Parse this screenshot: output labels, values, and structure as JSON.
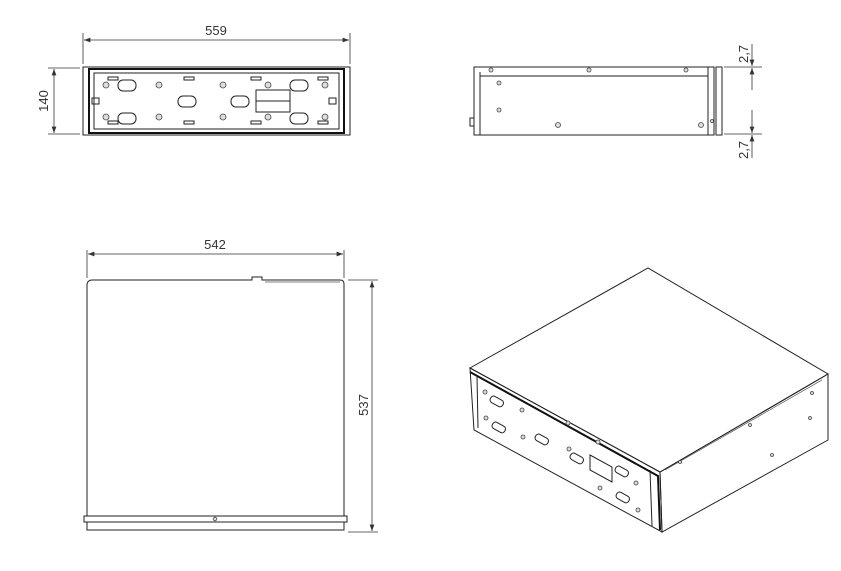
{
  "title": "Rack enclosure dimension drawing",
  "views": {
    "front": {
      "width_label": "559",
      "height_label": "140"
    },
    "side": {
      "top_gap_label": "2,7",
      "bottom_gap_label": "2,7"
    },
    "top": {
      "width_label": "542",
      "depth_label": "537"
    },
    "isometric": {}
  },
  "colors": {
    "line": "#222222",
    "background": "#ffffff"
  }
}
